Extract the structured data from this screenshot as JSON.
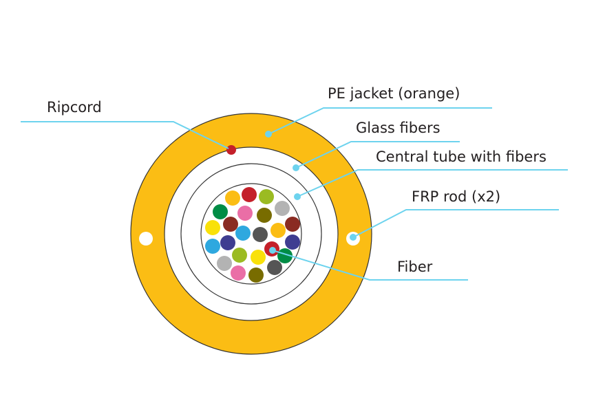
{
  "labels": {
    "ripcord": "Ripcord",
    "pe_jacket": "PE jacket (orange)",
    "glass_fibers": "Glass fibers",
    "central_tube": "Central tube with fibers",
    "frp_rod": "FRP rod (x2)",
    "fiber": "Fiber"
  },
  "colors": {
    "jacket": "#fbbd14",
    "leader": "#6dd3ee",
    "ripcord": "#c4202a",
    "outline": "#333333"
  },
  "fiber_colors": [
    "#fbbd14",
    "#c4202a",
    "#9bbb22",
    "#b3b3b3",
    "#008c45",
    "#ea6ea6",
    "#786c00",
    "#f9e10a",
    "#8a2b22",
    "#2ea8df",
    "#555555",
    "#fbbd14",
    "#8a2b22",
    "#2ea8df",
    "#3f3d91",
    "#c4202a",
    "#3f3d91",
    "#008c45",
    "#9bbb22",
    "#f9e10a",
    "#b3b3b3",
    "#ea6ea6",
    "#786c00",
    "#555555"
  ]
}
